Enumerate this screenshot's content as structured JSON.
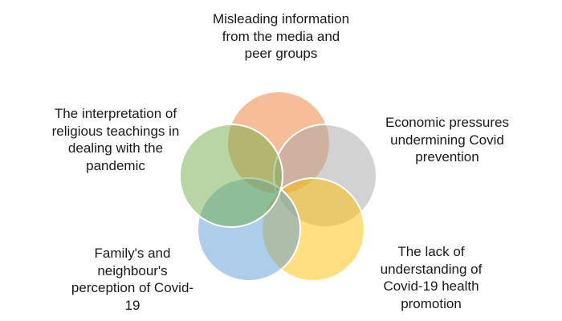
{
  "figure": {
    "type": "venn-diagram",
    "description": "Five overlapping semi-transparent circles arranged in a pentagon, each labeled with a barrier to Covid-19 prevention",
    "background_color": "#FFFFFF",
    "circle_stroke_color": "#FFFFFF",
    "circle_fill_opacity": 0.5,
    "text_color": "#1A1A1A",
    "nodes": [
      {
        "id": "misleading-information",
        "position": "top",
        "color": "#ED7D31",
        "label": "Misleading information\nfrom the media and\npeer groups"
      },
      {
        "id": "economic-pressures",
        "position": "upper-right",
        "color": "#A5A5A5",
        "label": "Economic pressures\nundermining Covid\nprevention"
      },
      {
        "id": "lack-of-understanding",
        "position": "lower-right",
        "color": "#FFC000",
        "label": "The lack of\nunderstanding of\nCovid-19 health\npromotion"
      },
      {
        "id": "family-perception",
        "position": "lower-left",
        "color": "#5B9BD5",
        "label": "Family's and\nneighbour's\nperception of Covid-\n19"
      },
      {
        "id": "religious-teachings",
        "position": "upper-left",
        "color": "#70AD47",
        "label": "The interpretation of\nreligious teachings in\ndealing with the\npandemic"
      }
    ]
  }
}
